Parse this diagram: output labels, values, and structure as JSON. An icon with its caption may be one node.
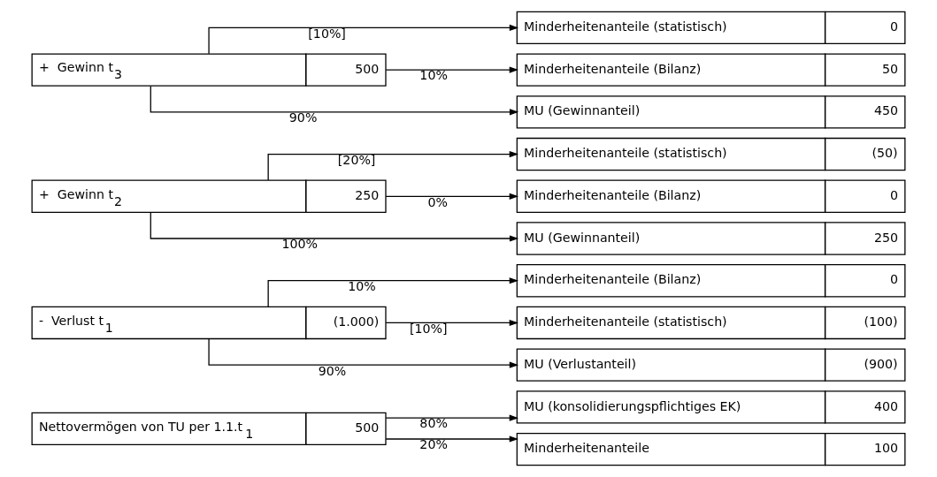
{
  "diagram": {
    "nodes": [
      {
        "text": [
          "Nettovermögen von TU per 1.1.t$_{1}$",
          "500"
        ]
      },
      {
        "text": [
          "MU (konsolidierungspflichtiges EK)",
          "400"
        ]
      },
      {
        "text": [
          "Minderheitenanteile",
          "100"
        ]
      },
      {
        "text": [
          "-  Verlust t$_{1}$",
          "(1.000)"
        ]
      },
      {
        "text": [
          "Minderheitenanteile (Bilanz)",
          "0"
        ]
      },
      {
        "text": [
          "Minderheitenanteile (statistisch)",
          "(100)"
        ]
      },
      {
        "text": [
          "MU (Verlustanteil)",
          "(900)"
        ]
      },
      {
        "text": [
          "+  Gewinn t$_{2}$",
          "250"
        ]
      },
      {
        "text": [
          "Minderheitenanteile (statistisch)",
          "(50)"
        ]
      },
      {
        "text": [
          "Minderheitenanteile (Bilanz)",
          "0"
        ]
      },
      {
        "text": [
          "MU (Gewinnanteil)",
          "250"
        ]
      },
      {
        "text": [
          "+  Gewinn t$_{3}$",
          "500"
        ]
      },
      {
        "text": [
          "Minderheitenanteile (statistisch)",
          "0"
        ]
      },
      {
        "text": [
          "Minderheitenanteile (Bilanz)",
          "50"
        ]
      },
      {
        "text": [
          "MU (Gewinnanteil)",
          "450"
        ]
      }
    ],
    "edges": [
      {
        "from": 0,
        "to": 1,
        "arrow": "to",
        "label": "80%"
      },
      {
        "from": 0,
        "to": 2,
        "arrow": "to",
        "label": "20%"
      },
      {
        "from": 3,
        "to": 4,
        "arrow": "to",
        "label": "10%"
      },
      {
        "from": 3,
        "to": 5,
        "arrow": "to",
        "label": "[10%]"
      },
      {
        "from": 3,
        "to": 6,
        "arrow": "to",
        "label": "90%"
      },
      {
        "from": 7,
        "to": 8,
        "arrow": "to",
        "label": "[20%]"
      },
      {
        "from": 7,
        "to": 9,
        "arrow": "to",
        "label": "0%"
      },
      {
        "from": 7,
        "to": 10,
        "arrow": "to",
        "label": "100%"
      },
      {
        "from": 11,
        "to": 12,
        "arrow": "to",
        "label": "[10%]"
      },
      {
        "from": 11,
        "to": 13,
        "arrow": "to",
        "label": "10%"
      },
      {
        "from": 11,
        "to": 14,
        "arrow": "to",
        "label": "90%"
      }
    ]
  }
}
